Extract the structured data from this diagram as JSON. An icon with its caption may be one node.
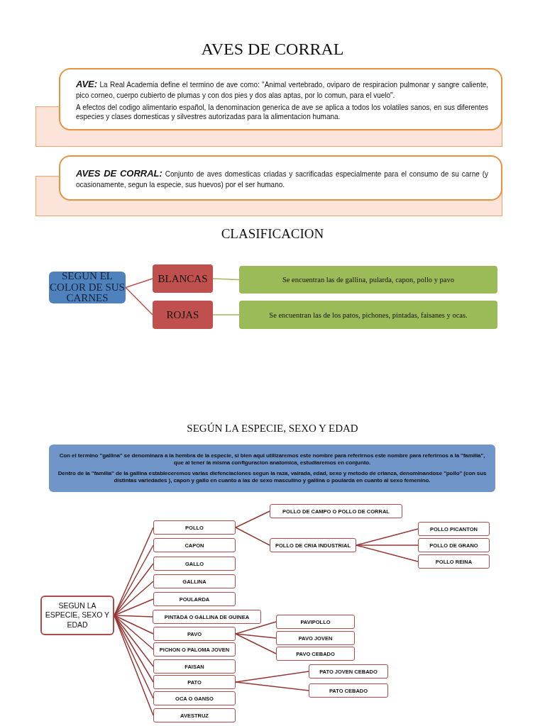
{
  "diagram": {
    "title": "AVES DE CORRAL",
    "nodes": [
      {
        "text": [
          "**AVE:** La Real Academia define el termino de ave como: \"Animal vertebrado, oviparo de respiracion pulmonar y sangre caliente, pico corneo, cuerpo cubierto de plumas y con dos pies y dos alas aptas, por lo comun, para el vuelo\".",
          "A efectos del codigo alimentario español, la denominacion generica de ave se aplica a todos los volatiles sanos, en sus diferentes especies y clases domesticas y silvestres autorizadas para la alimentacion humana."
        ]
      },
      {
        "text": [
          "**AVES DE CORRAL:** Conjunto de aves domesticas criadas y sacrificadas especialmente para el consumo de su carne (y ocasionamente, segun la especie, sus huevos) por el ser humano."
        ]
      },
      {
        "text": [
          "SEGUN EL COLOR DE SUS CARNES"
        ]
      },
      {
        "text": [
          "BLANCAS"
        ]
      },
      {
        "text": [
          "ROJAS"
        ]
      },
      {
        "text": [
          "Se encuentran las de gallina, pularda, capon, pollo y pavo"
        ]
      },
      {
        "text": [
          "Se encuentran las de los patos, pichones, pintadas, faisanes y ocas."
        ]
      },
      {
        "text": [
          "Con el termino \"gallina\" se denominara a la hembra de la especie, si bien aqui utilizaremos este nombre para referirnos este nombre para referirnos a la \"familia\", que al tener la misma configuracion anatomica, estudiaremos en conjunto.",
          "Dentro de la \"familia\" de la gallina estableceremos varias diefenciaciones segun la raza, vairada, edad, sexo y metodo de crianza, denominandose \"pollo\"  (con sus distintas variedades ), capon y gallo en cuanto a las de sexo masculino y gallina o poularda en cuanto al sexo femenino."
        ]
      },
      {
        "text": [
          "SEGUN LA ESPECIE, SEXO Y EDAD"
        ]
      },
      {
        "text": [
          "POLLO"
        ]
      },
      {
        "text": [
          "CAPON"
        ]
      },
      {
        "text": [
          "GALLO"
        ]
      },
      {
        "text": [
          "GALLINA"
        ]
      },
      {
        "text": [
          "POULARDA"
        ]
      },
      {
        "text": [
          "PINTADA O GALLINA DE GUINEA"
        ]
      },
      {
        "text": [
          "PAVO"
        ]
      },
      {
        "text": [
          "PICHON O PALOMA JOVEN"
        ]
      },
      {
        "text": [
          "FAISAN"
        ]
      },
      {
        "text": [
          "PATO"
        ]
      },
      {
        "text": [
          "OCA O GANSO"
        ]
      },
      {
        "text": [
          "AVESTRUZ"
        ]
      },
      {
        "text": [
          "POLLO DE CAMPO O POLLO DE CORRAL"
        ]
      },
      {
        "text": [
          "POLLO DE CRIA INDUSTRIAL"
        ]
      },
      {
        "text": [
          "POLLO PICANTON"
        ]
      },
      {
        "text": [
          "POLLO DE GRANO"
        ]
      },
      {
        "text": [
          "POLLO REINA"
        ]
      },
      {
        "text": [
          "PAVIPOLLO"
        ]
      },
      {
        "text": [
          "PAVO JOVEN"
        ]
      },
      {
        "text": [
          "PAVO CEBADO"
        ]
      },
      {
        "text": [
          "PATO JOVEN CEBADO"
        ]
      },
      {
        "text": [
          "PATO CEBADO"
        ]
      }
    ],
    "edges": [
      {
        "from": 2,
        "to": 3,
        "arrow": "none",
        "color": "#c0504d"
      },
      {
        "from": 2,
        "to": 4,
        "arrow": "none",
        "color": "#c0504d"
      },
      {
        "from": 3,
        "to": 5,
        "arrow": "none",
        "color": "#9bbb59"
      },
      {
        "from": 4,
        "to": 6,
        "arrow": "none",
        "color": "#9bbb59"
      },
      {
        "from": 8,
        "to": 9,
        "arrow": "none"
      },
      {
        "from": 8,
        "to": 10,
        "arrow": "none"
      },
      {
        "from": 8,
        "to": 11,
        "arrow": "none"
      },
      {
        "from": 8,
        "to": 12,
        "arrow": "none"
      },
      {
        "from": 8,
        "to": 13,
        "arrow": "none"
      },
      {
        "from": 8,
        "to": 14,
        "arrow": "none"
      },
      {
        "from": 8,
        "to": 15,
        "arrow": "none"
      },
      {
        "from": 8,
        "to": 16,
        "arrow": "none"
      },
      {
        "from": 8,
        "to": 17,
        "arrow": "none"
      },
      {
        "from": 8,
        "to": 18,
        "arrow": "none"
      },
      {
        "from": 8,
        "to": 19,
        "arrow": "none"
      },
      {
        "from": 8,
        "to": 20,
        "arrow": "none"
      },
      {
        "from": 9,
        "to": 21,
        "arrow": "none"
      },
      {
        "from": 9,
        "to": 22,
        "arrow": "none"
      },
      {
        "from": 22,
        "to": 23,
        "arrow": "none"
      },
      {
        "from": 22,
        "to": 24,
        "arrow": "none"
      },
      {
        "from": 22,
        "to": 25,
        "arrow": "none"
      },
      {
        "from": 15,
        "to": 26,
        "arrow": "none"
      },
      {
        "from": 15,
        "to": 27,
        "arrow": "none"
      },
      {
        "from": 15,
        "to": 28,
        "arrow": "none"
      },
      {
        "from": 18,
        "to": 29,
        "arrow": "none"
      },
      {
        "from": 18,
        "to": 30,
        "arrow": "none"
      }
    ],
    "labels": [
      "CLASIFICACION",
      "SEGÚN LA ESPECIE, SEXO Y EDAD"
    ]
  }
}
